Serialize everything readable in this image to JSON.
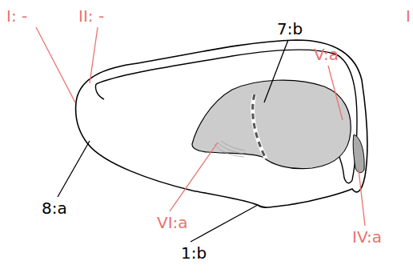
{
  "diagram": {
    "labels": [
      "I: -",
      "II: -",
      "7:b",
      "V:a",
      "8:a",
      "VI:a",
      "IV:a",
      "1:b",
      "I"
    ]
  }
}
